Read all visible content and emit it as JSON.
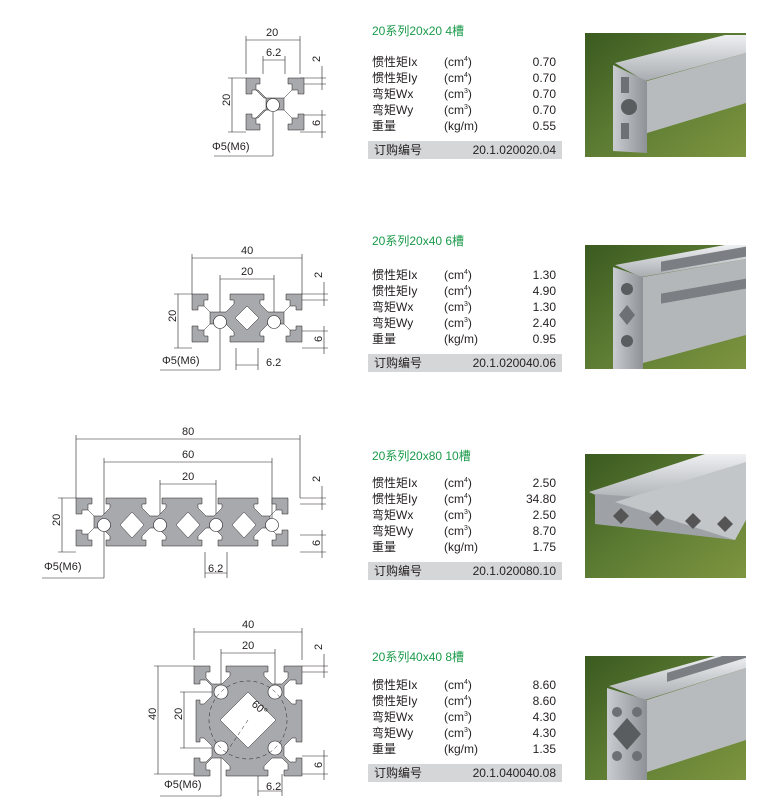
{
  "products": [
    {
      "title": "20系列20x20 4槽",
      "dims": {
        "w": "20",
        "h": "20",
        "slot": "6.2",
        "top": "2",
        "side": "6",
        "hole": "Φ5(M6)"
      },
      "specs": [
        {
          "name": "惯性矩Ix",
          "unit": "cm",
          "exp": "4",
          "value": "0.70"
        },
        {
          "name": "惯性矩Iy",
          "unit": "cm",
          "exp": "4",
          "value": "0.70"
        },
        {
          "name": "弯矩Wx",
          "unit": "cm",
          "exp": "3",
          "value": "0.70"
        },
        {
          "name": "弯矩Wy",
          "unit": "cm",
          "exp": "3",
          "value": "0.70"
        },
        {
          "name": "重量",
          "unit": "kg/m",
          "exp": "",
          "value": "0.55"
        }
      ],
      "order_label": "订购编号",
      "order_code": "20.1.020020.04"
    },
    {
      "title": "20系列20x40 6槽",
      "dims": {
        "w": "40",
        "pitch": "20",
        "h": "20",
        "slot": "6.2",
        "top": "2",
        "side": "6",
        "hole": "Φ5(M6)"
      },
      "specs": [
        {
          "name": "惯性矩Ix",
          "unit": "cm",
          "exp": "4",
          "value": "1.30"
        },
        {
          "name": "惯性矩Iy",
          "unit": "cm",
          "exp": "4",
          "value": "4.90"
        },
        {
          "name": "弯矩Wx",
          "unit": "cm",
          "exp": "3",
          "value": "1.30"
        },
        {
          "name": "弯矩Wy",
          "unit": "cm",
          "exp": "3",
          "value": "2.40"
        },
        {
          "name": "重量",
          "unit": "kg/m",
          "exp": "",
          "value": "0.95"
        }
      ],
      "order_label": "订购编号",
      "order_code": "20.1.020040.06"
    },
    {
      "title": "20系列20x80 10槽",
      "dims": {
        "w": "80",
        "span": "60",
        "pitch": "20",
        "h": "20",
        "slot": "6.2",
        "top": "2",
        "side": "6",
        "hole": "Φ5(M6)"
      },
      "specs": [
        {
          "name": "惯性矩Ix",
          "unit": "cm",
          "exp": "4",
          "value": "2.50"
        },
        {
          "name": "惯性矩Iy",
          "unit": "cm",
          "exp": "4",
          "value": "34.80"
        },
        {
          "name": "弯矩Wx",
          "unit": "cm",
          "exp": "3",
          "value": "2.50"
        },
        {
          "name": "弯矩Wy",
          "unit": "cm",
          "exp": "3",
          "value": "8.70"
        },
        {
          "name": "重量",
          "unit": "kg/m",
          "exp": "",
          "value": "1.75"
        }
      ],
      "order_label": "订购编号",
      "order_code": "20.1.020080.10"
    },
    {
      "title": "20系列40x40 8槽",
      "dims": {
        "w": "40",
        "pitch": "20",
        "h": "40",
        "hpitch": "20",
        "angle": "60°",
        "slot": "6.2",
        "top": "2",
        "side": "6",
        "hole": "Φ5(M6)"
      },
      "specs": [
        {
          "name": "惯性矩Ix",
          "unit": "cm",
          "exp": "4",
          "value": "8.60"
        },
        {
          "name": "惯性矩Iy",
          "unit": "cm",
          "exp": "4",
          "value": "8.60"
        },
        {
          "name": "弯矩Wx",
          "unit": "cm",
          "exp": "3",
          "value": "4.30"
        },
        {
          "name": "弯矩Wy",
          "unit": "cm",
          "exp": "3",
          "value": "4.30"
        },
        {
          "name": "重量",
          "unit": "kg/m",
          "exp": "",
          "value": "1.35"
        }
      ],
      "order_label": "订购编号",
      "order_code": "20.1.040040.08"
    }
  ],
  "colors": {
    "profile_fill": "#a7a9ac",
    "title_green": "#1a9a4a",
    "order_bar": "#d5d6d7",
    "photo_bg": "#4e6b2c"
  }
}
